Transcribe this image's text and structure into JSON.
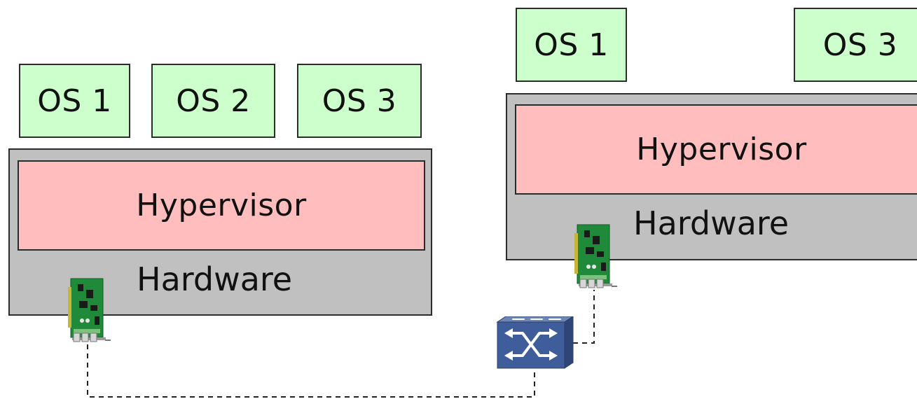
{
  "host_left": {
    "vms": [
      {
        "label": "OS 1"
      },
      {
        "label": "OS 2"
      },
      {
        "label": "OS 3"
      }
    ],
    "hypervisor_label": "Hypervisor",
    "hardware_label": "Hardware"
  },
  "host_right": {
    "vms": [
      {
        "label": "OS 1"
      },
      {
        "label": "OS 3"
      }
    ],
    "hypervisor_label": "Hypervisor",
    "hardware_label": "Hardware"
  },
  "colors": {
    "os_fill": "#ccffcc",
    "hypervisor_fill": "#ffbdbd",
    "hardware_fill": "#c0c0c0",
    "nic_board": "#1f8a3a",
    "switch_fill": "#3f5d9b",
    "link_line": "#222222"
  },
  "icons": {
    "network_card": "network-card-icon",
    "switch": "network-switch-icon"
  }
}
